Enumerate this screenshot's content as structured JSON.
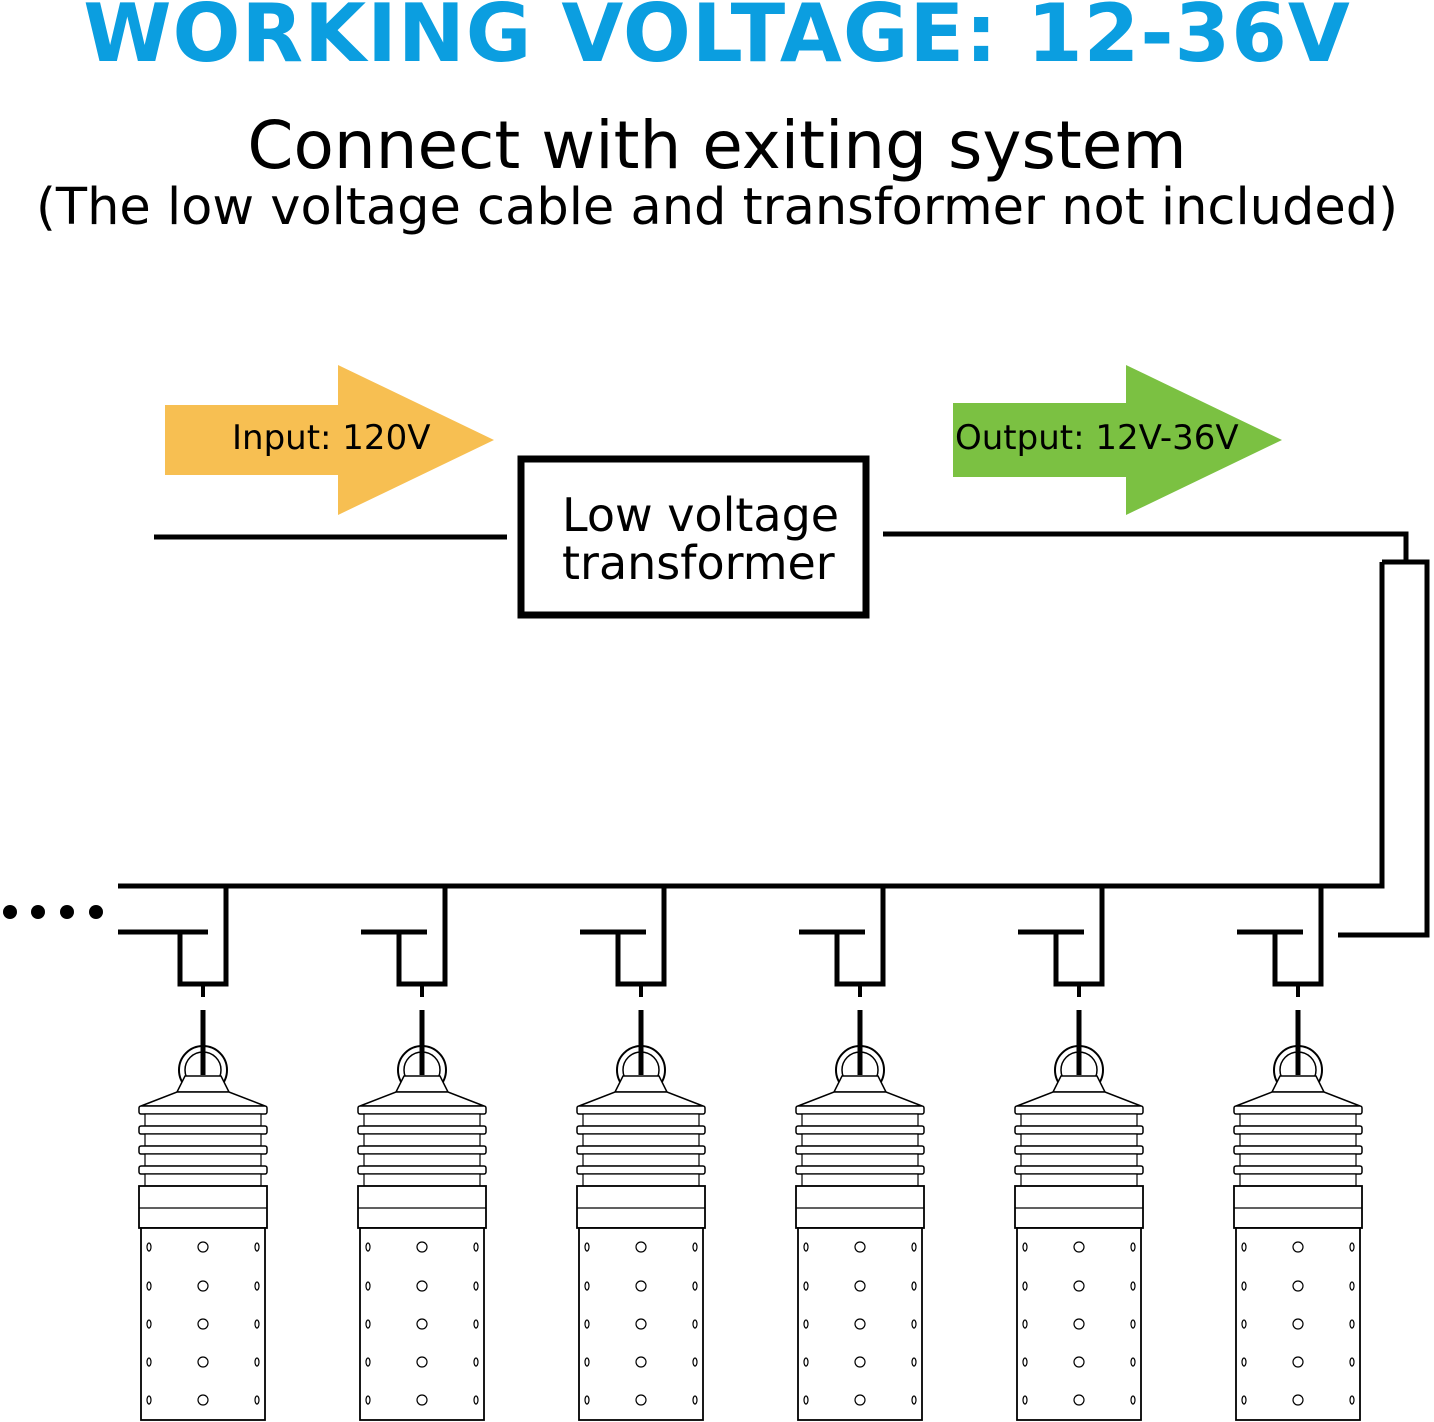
{
  "header": {
    "headline": "WORKING VOLTAGE: 12-36V",
    "subtitle": "Connect with exiting system",
    "note": "(The low voltage cable and transformer not included)"
  },
  "diagram": {
    "input_label": "Input: 120V",
    "output_label": "Output: 12V-36V",
    "transformer_line1": "Low voltage",
    "transformer_line2": "transformer",
    "colors": {
      "headline": "#0b9ee0",
      "input_arrow": "#f7bf52",
      "output_arrow": "#7bc142",
      "line": "#000000"
    },
    "lamps": 6,
    "continuation_icon": "ellipsis-dots"
  }
}
